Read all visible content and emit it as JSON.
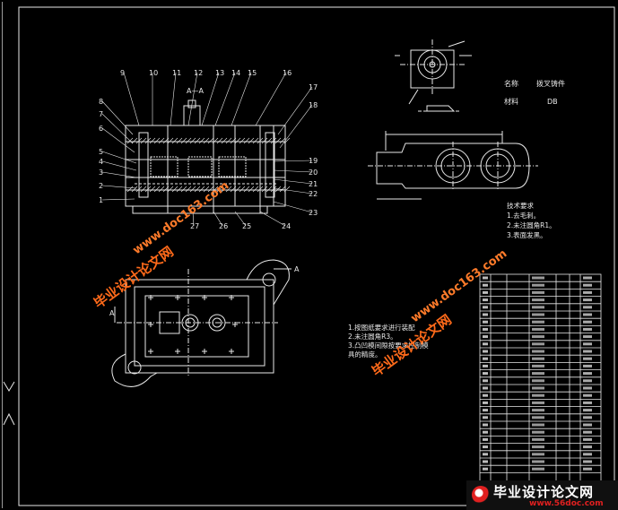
{
  "drawing": {
    "section_label": "A—A",
    "view_arrow_label": "A",
    "balloon_numbers": [
      "1",
      "2",
      "3",
      "4",
      "5",
      "6",
      "7",
      "8",
      "9",
      "10",
      "11",
      "12",
      "13",
      "14",
      "15",
      "16",
      "17",
      "18",
      "19",
      "20",
      "21",
      "22",
      "23",
      "24",
      "25",
      "26",
      "27"
    ],
    "part_info": {
      "name_label": "名称",
      "name_value": "拨叉铸件",
      "material_label": "材料",
      "material_value": "DB"
    },
    "tech_requirements_top": {
      "title": "技术要求",
      "lines": [
        "1.去毛刺。",
        "2.未注圆角R1。",
        "3.表面发黑。"
      ]
    },
    "tech_requirements_bottom": {
      "lines": [
        "1.按图纸要求进行装配",
        "2.未注圆角R3。",
        "3.凸凹模间隙按要求控制模",
        "具的精度。"
      ]
    },
    "title_block_rows": 27
  },
  "watermarks": {
    "brand": "毕业设计论文网",
    "url": "www.doc163.com",
    "footer_brand": "毕业设计论文网",
    "footer_url": "www.56doc.com"
  },
  "colors": {
    "background": "#000000",
    "lines": "#e8e8e8",
    "red": "#e02020"
  }
}
